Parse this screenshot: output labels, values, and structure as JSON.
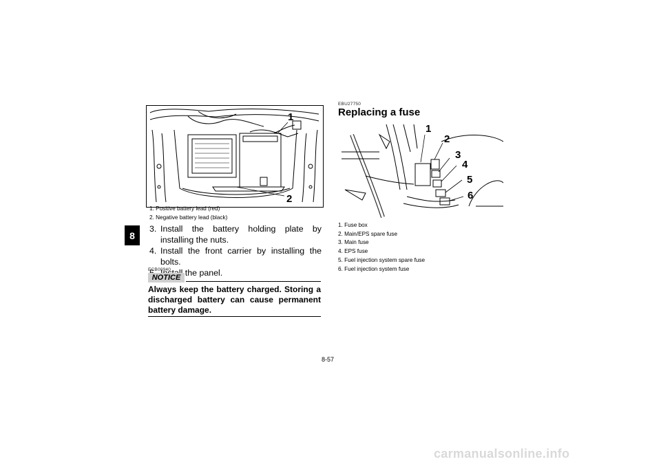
{
  "chapter_tab": "8",
  "left": {
    "figure": {
      "labels": [
        "1",
        "2"
      ]
    },
    "captions": [
      "1. Positive battery lead (red)",
      "2. Negative battery lead (black)"
    ],
    "steps": [
      {
        "num": "3.",
        "text": "Install the battery holding plate by installing the nuts."
      },
      {
        "num": "4.",
        "text": "Install the front carrier by installing the bolts."
      },
      {
        "num": "5.",
        "text": "Install the panel."
      }
    ],
    "notice_code": "ECB00940",
    "notice_label": "NOTICE",
    "notice_text": "Always keep the battery charged. Storing a discharged battery can cause permanent battery damage."
  },
  "right": {
    "section_code": "EBU27750",
    "section_title": "Replacing a fuse",
    "figure": {
      "labels": [
        "1",
        "2",
        "3",
        "4",
        "5",
        "6"
      ]
    },
    "captions": [
      "1. Fuse box",
      "2. Main/EPS spare fuse",
      "3. Main fuse",
      "4. EPS fuse",
      "5. Fuel injection system spare fuse",
      "6. Fuel injection system fuse"
    ]
  },
  "page_number": "8-57",
  "watermark": "carmanualsonline.info"
}
